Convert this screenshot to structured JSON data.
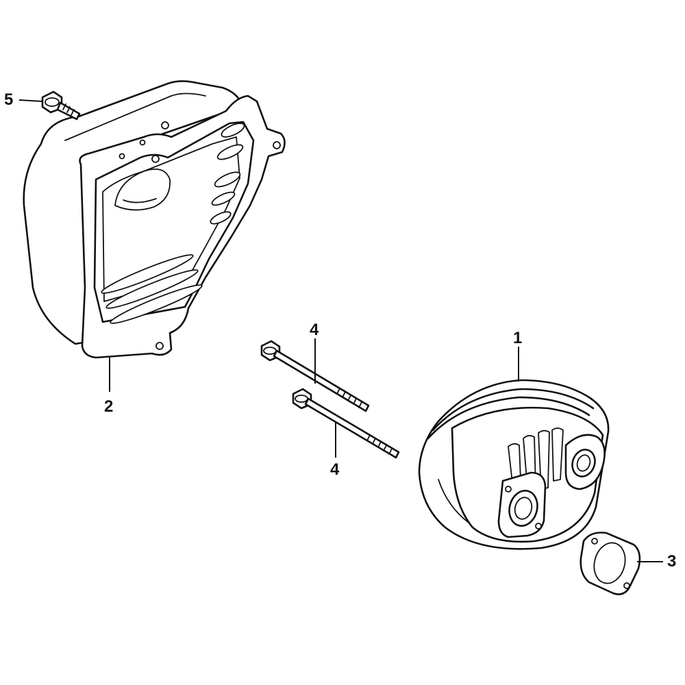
{
  "diagram": {
    "callouts": [
      {
        "id": "1",
        "label": "1",
        "part": "muffler"
      },
      {
        "id": "2",
        "label": "2",
        "part": "muffler-protector"
      },
      {
        "id": "3",
        "label": "3",
        "part": "muffler-gasket"
      },
      {
        "id": "4a",
        "label": "4",
        "part": "stud-bolt-upper"
      },
      {
        "id": "4b",
        "label": "4",
        "part": "stud-bolt-lower"
      },
      {
        "id": "5",
        "label": "5",
        "part": "flange-bolt"
      }
    ],
    "colors": {
      "line": "#111111",
      "background": "#ffffff"
    }
  }
}
